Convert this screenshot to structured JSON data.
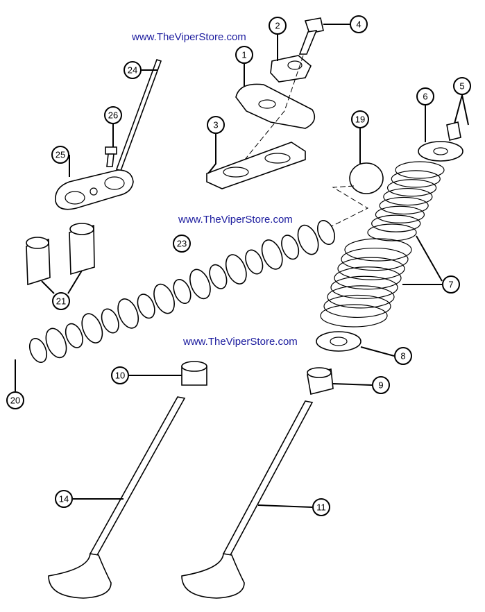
{
  "watermarks": [
    "www.TheViperStore.com",
    "www.TheViperStore.com",
    "www.TheViperStore.com"
  ],
  "callouts": {
    "c1": "1",
    "c2": "2",
    "c3": "3",
    "c4": "4",
    "c5": "5",
    "c6": "6",
    "c7": "7",
    "c8": "8",
    "c9": "9",
    "c10": "10",
    "c11": "11",
    "c14": "14",
    "c19": "19",
    "c20": "20",
    "c21": "21",
    "c23": "23",
    "c24": "24",
    "c25": "25",
    "c26": "26"
  }
}
